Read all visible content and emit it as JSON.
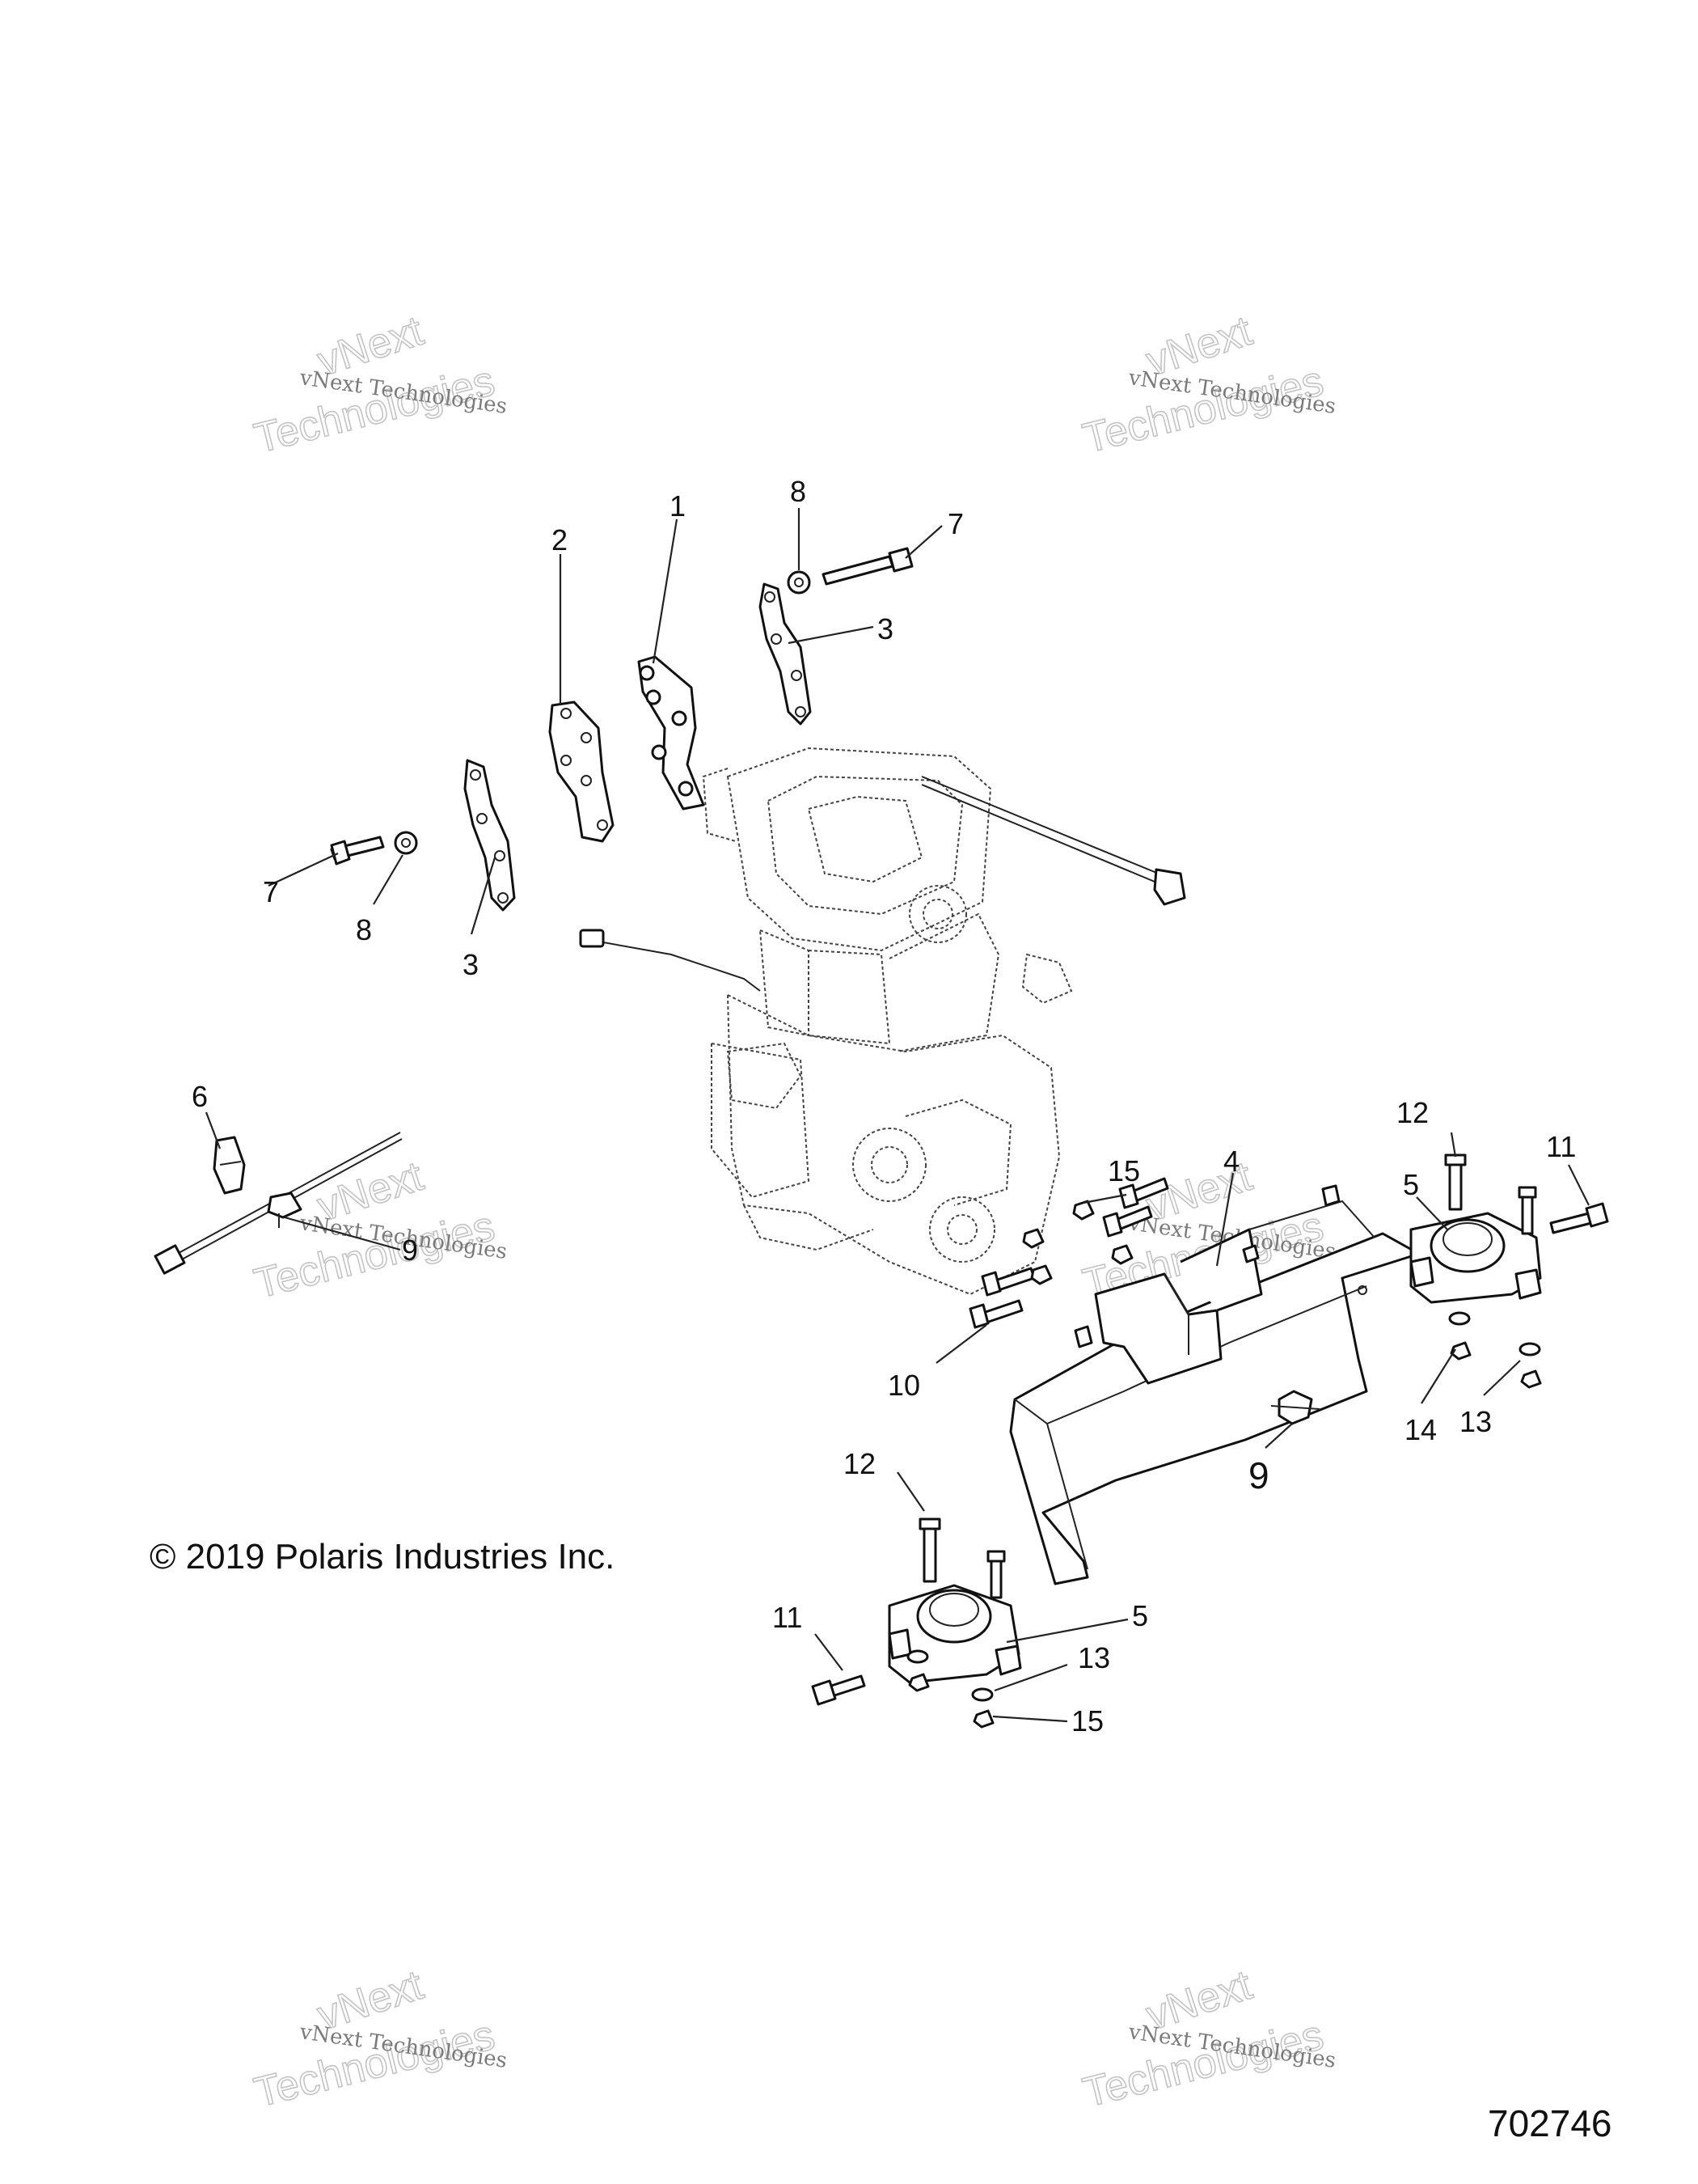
{
  "callouts": [
    "1",
    "2",
    "3",
    "3",
    "4",
    "5",
    "5",
    "6",
    "7",
    "7",
    "8",
    "8",
    "9",
    "9",
    "10",
    "11",
    "11",
    "12",
    "12",
    "13",
    "13",
    "14",
    "15",
    "15"
  ],
  "watermark": {
    "line1": "vNext Technologies",
    "line2": "vNext",
    "line3": "Technologies"
  },
  "copyright": "© 2019 Polaris Industries Inc.",
  "drawing_number": "702746"
}
